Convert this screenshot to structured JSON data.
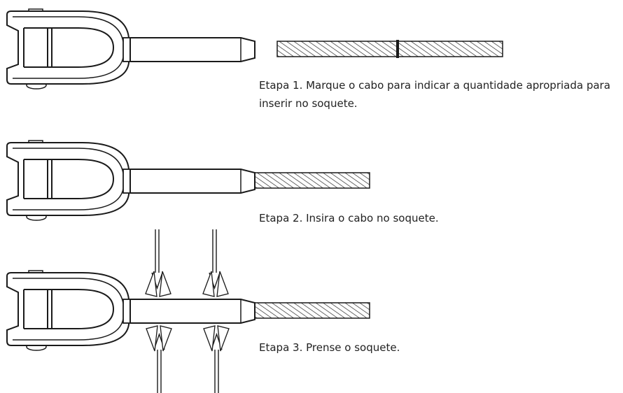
{
  "steps": [
    {
      "caption": "Etapa 1. Marque o cabo para indicar a quantidade apropriada para inserir no soquete."
    },
    {
      "caption": "Etapa 2. Insira o cabo no soquete."
    },
    {
      "caption": "Etapa 3. Prense o soquete."
    }
  ],
  "colors": {
    "line": "#1a1a1a",
    "background": "#ffffff",
    "text": "#222222"
  },
  "icons": [
    "clevis-fork-icon",
    "socket-sleeve-icon",
    "wire-rope-icon",
    "cable-mark-icon",
    "press-arrow-icon"
  ]
}
